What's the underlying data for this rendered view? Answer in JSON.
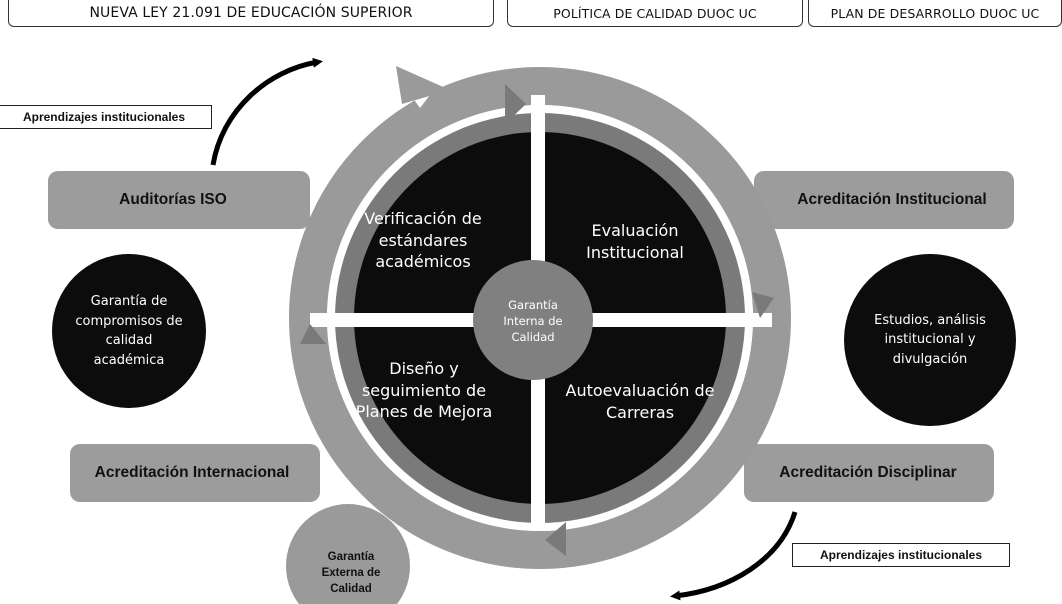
{
  "top_boxes": {
    "ley": "NUEVA LEY 21.091 DE EDUCACIÓN SUPERIOR",
    "politica": "POLÍTICA DE CALIDAD DUOC UC",
    "plan": "PLAN DE DESARROLLO DUOC UC"
  },
  "aprendizajes": {
    "top": "Aprendizajes institucionales",
    "bottom": "Aprendizajes institucionales"
  },
  "pills": {
    "auditorias": "Auditorías ISO",
    "acreditacion_institucional": "Acreditación Institucional",
    "acreditacion_internacional": "Acreditación Internacional",
    "acreditacion_disciplinar": "Acreditación Disciplinar"
  },
  "side_circles": {
    "left": "Garantía de compromisos de calidad académica",
    "right": "Estudios, análisis institucional y divulgación"
  },
  "quadrants": {
    "top_left": "Verificación de estándares académicos",
    "top_right": "Evaluación Institucional",
    "bottom_left": "Diseño y seguimiento de Planes de Mejora",
    "bottom_right": "Autoevaluación de Carreras"
  },
  "center": "Garantía Interna de Calidad",
  "external": "Garantía Externa de Calidad",
  "colors": {
    "ring_gray": "#9a9a9a",
    "inner_arrow_gray": "#7a7a7a",
    "quadrant_black": "#0c0c0c",
    "center_gray": "#808080"
  }
}
